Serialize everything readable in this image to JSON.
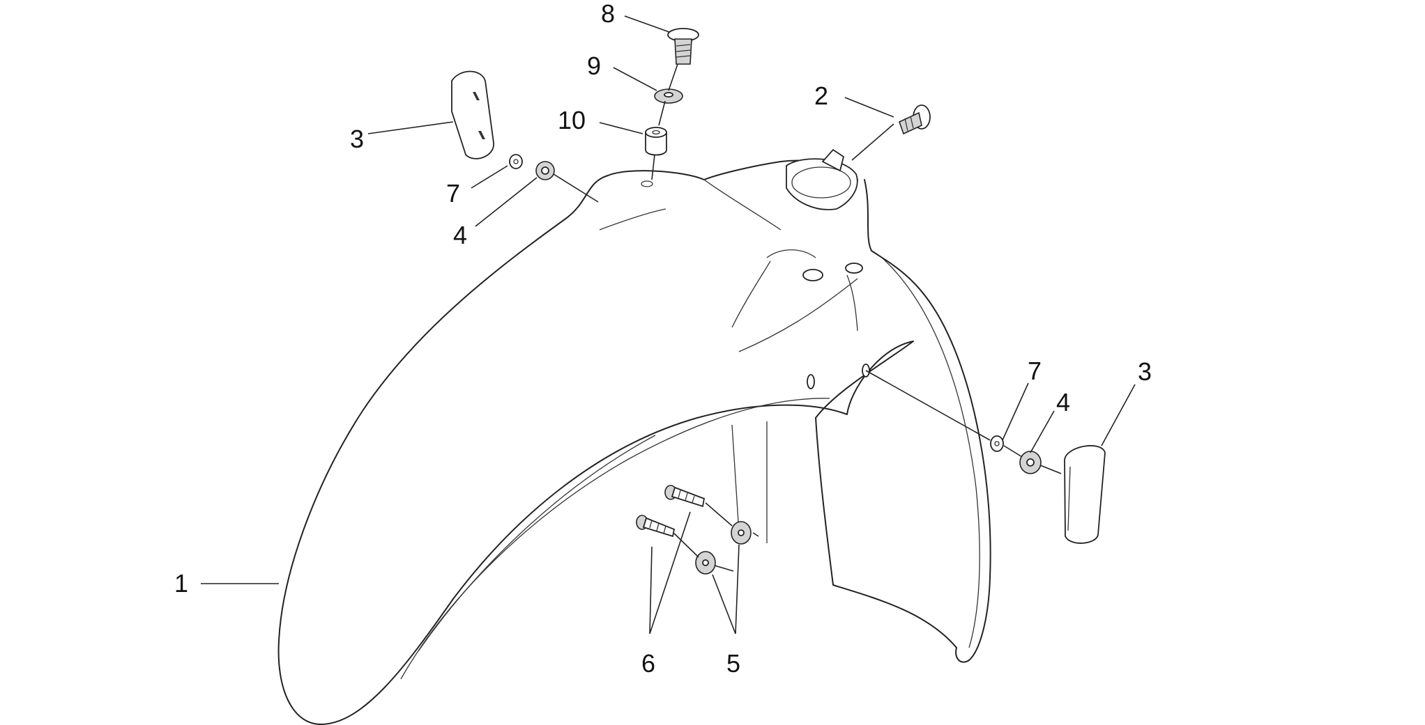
{
  "diagram": {
    "callouts": [
      {
        "id": "c1",
        "label": "1"
      },
      {
        "id": "c2",
        "label": "2"
      },
      {
        "id": "c3a",
        "label": "3"
      },
      {
        "id": "c3b",
        "label": "3"
      },
      {
        "id": "c4a",
        "label": "4"
      },
      {
        "id": "c4b",
        "label": "4"
      },
      {
        "id": "c5",
        "label": "5"
      },
      {
        "id": "c6",
        "label": "6"
      },
      {
        "id": "c7a",
        "label": "7"
      },
      {
        "id": "c7b",
        "label": "7"
      },
      {
        "id": "c8",
        "label": "8"
      },
      {
        "id": "c9",
        "label": "9"
      },
      {
        "id": "c10",
        "label": "10"
      }
    ]
  }
}
